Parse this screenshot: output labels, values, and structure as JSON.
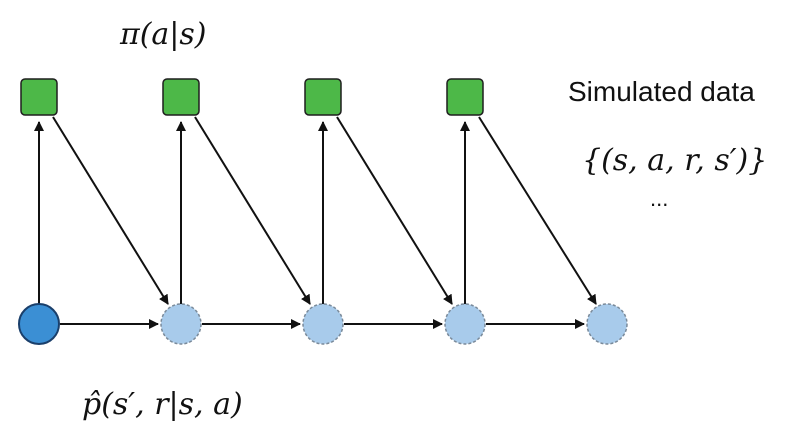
{
  "labels": {
    "policy": "π(a|s)",
    "model": "p̂(s′, r|s, a)",
    "simulated_title": "Simulated data",
    "simulated_set": "{(s, a, r, s′)}",
    "ellipsis": "..."
  },
  "colors": {
    "action_fill": "#4db848",
    "action_stroke": "#1e1e1e",
    "real_state_fill": "#3b8fd4",
    "real_state_stroke": "#1a3f6b",
    "sim_state_fill": "#a8cbeb",
    "sim_state_stroke": "#7a8a9a",
    "edge": "#111111"
  },
  "graph": {
    "action_nodes": [
      "action-1",
      "action-2",
      "action-3",
      "action-4"
    ],
    "state_nodes": [
      {
        "id": "state-0",
        "kind": "real"
      },
      {
        "id": "state-1",
        "kind": "simulated"
      },
      {
        "id": "state-2",
        "kind": "simulated"
      },
      {
        "id": "state-3",
        "kind": "simulated"
      },
      {
        "id": "state-4",
        "kind": "simulated"
      }
    ]
  }
}
